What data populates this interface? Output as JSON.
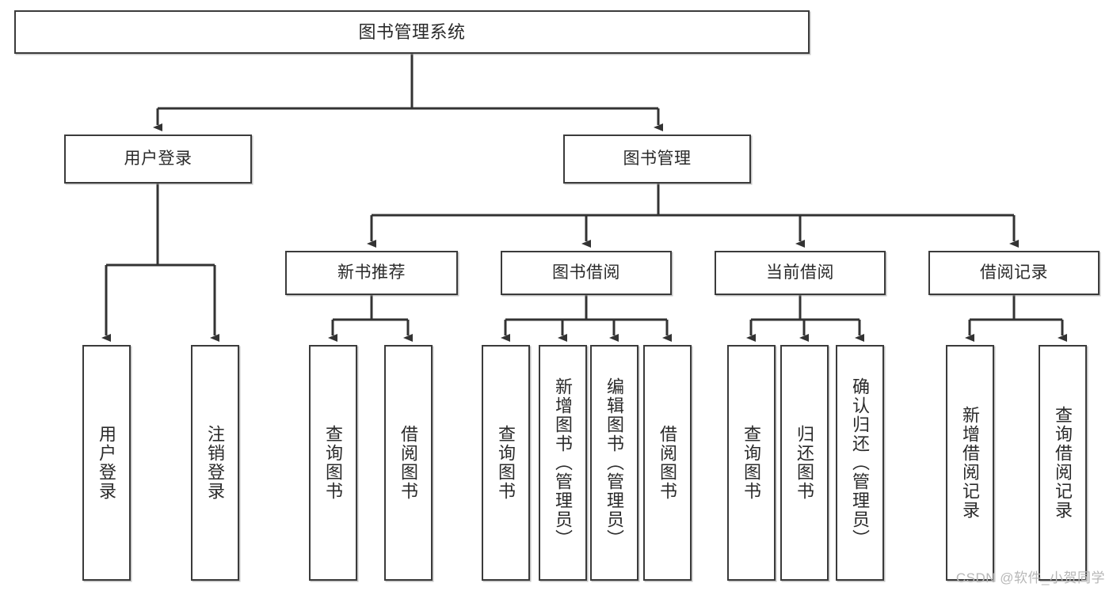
{
  "diagram": {
    "title": "图书管理系统",
    "type": "tree-hierarchy",
    "watermark": "CSDN @软件_小贺同学",
    "colors": {
      "box_border": "#3b3b3b",
      "box_fill": "#ffffff",
      "line": "#333333",
      "text": "#2a2a2a",
      "watermark": "#b7b7b7"
    },
    "nodes": {
      "root": {
        "label": "图书管理系统",
        "level": 1
      },
      "l2": [
        {
          "id": "user-login",
          "label": "用户登录",
          "level": 2
        },
        {
          "id": "book-manage",
          "label": "图书管理",
          "level": 2
        }
      ],
      "l3": [
        {
          "id": "new-book-rec",
          "label": "新书推荐",
          "level": 3,
          "parent": "book-manage"
        },
        {
          "id": "book-borrow",
          "label": "图书借阅",
          "level": 3,
          "parent": "book-manage"
        },
        {
          "id": "current-borrow",
          "label": "当前借阅",
          "level": 3,
          "parent": "book-manage"
        },
        {
          "id": "borrow-record",
          "label": "借阅记录",
          "level": 3,
          "parent": "book-manage"
        }
      ],
      "leaves": [
        {
          "id": "leaf-user-login",
          "label": "用户登录",
          "parent": "user-login"
        },
        {
          "id": "leaf-logout",
          "label": "注销登录",
          "parent": "user-login"
        },
        {
          "id": "leaf-query-book-1",
          "label": "查询图书",
          "parent": "new-book-rec"
        },
        {
          "id": "leaf-borrow-book-1",
          "label": "借阅图书",
          "parent": "new-book-rec"
        },
        {
          "id": "leaf-query-book-2",
          "label": "查询图书",
          "parent": "book-borrow"
        },
        {
          "id": "leaf-add-book",
          "label": "新增图书（管理员）",
          "parent": "book-borrow"
        },
        {
          "id": "leaf-edit-book",
          "label": "编辑图书（管理员）",
          "parent": "book-borrow"
        },
        {
          "id": "leaf-borrow-book-2",
          "label": "借阅图书",
          "parent": "book-borrow"
        },
        {
          "id": "leaf-query-book-3",
          "label": "查询图书",
          "parent": "current-borrow"
        },
        {
          "id": "leaf-return-book",
          "label": "归还图书",
          "parent": "current-borrow"
        },
        {
          "id": "leaf-confirm-return",
          "label": "确认归还（管理员）",
          "parent": "current-borrow"
        },
        {
          "id": "leaf-add-record",
          "label": "新增借阅记录",
          "parent": "borrow-record"
        },
        {
          "id": "leaf-query-record",
          "label": "查询借阅记录",
          "parent": "borrow-record"
        }
      ]
    }
  }
}
